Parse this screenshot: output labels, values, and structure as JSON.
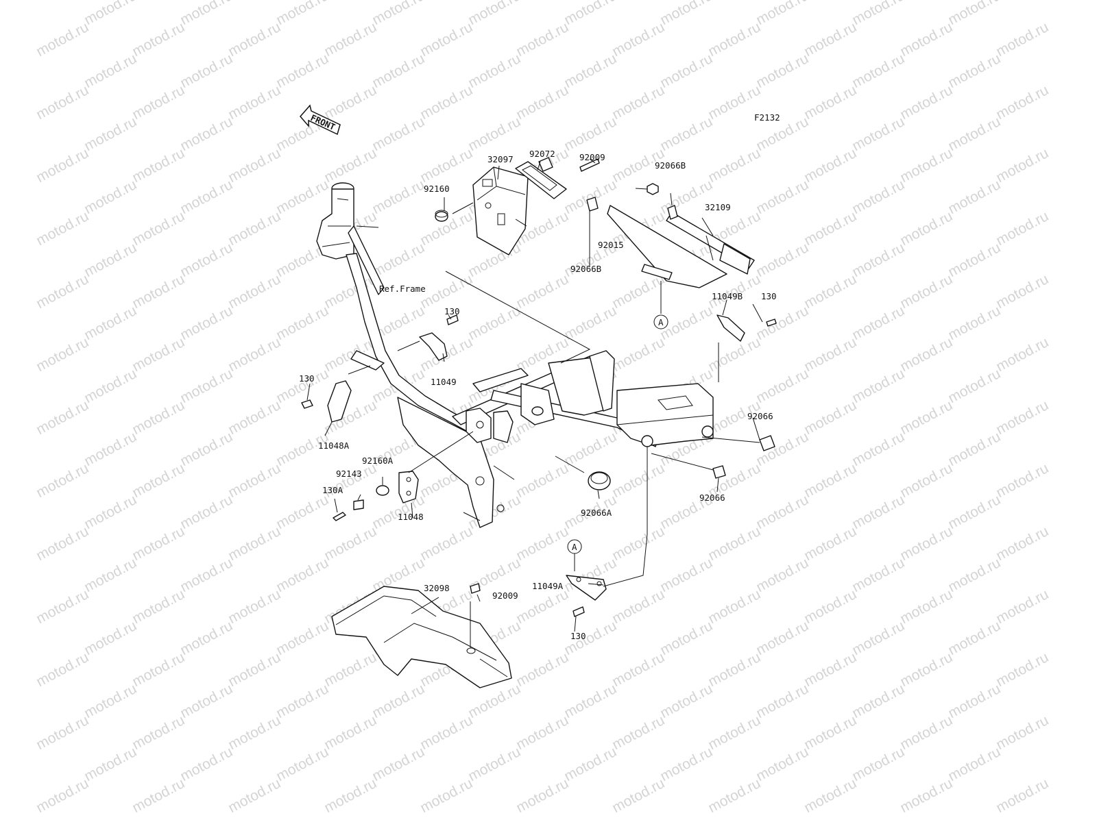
{
  "figure_code": "F2132",
  "watermark": "motod.ru",
  "front_arrow": "FRONT",
  "reference_label": "Ref.Frame",
  "callout": "A",
  "parts": {
    "p32097": "32097",
    "p92072": "92072",
    "p92009_top": "92009",
    "p92160": "92160",
    "p92066B_top": "92066B",
    "p32109": "32109",
    "p92015": "92015",
    "p92066B_mid": "92066B",
    "p11049B": "11049B",
    "p130_right": "130",
    "p130_upper": "130",
    "p11049": "11049",
    "p130_left": "130",
    "p11048A": "11048A",
    "p92066_right": "92066",
    "p92160A": "92160A",
    "p92143": "92143",
    "p130A": "130A",
    "p11048": "11048",
    "p92066A": "92066A",
    "p92066_lower": "92066",
    "p11049A": "11049A",
    "p32098": "32098",
    "p92009_bottom": "92009",
    "p130_bottom": "130"
  }
}
